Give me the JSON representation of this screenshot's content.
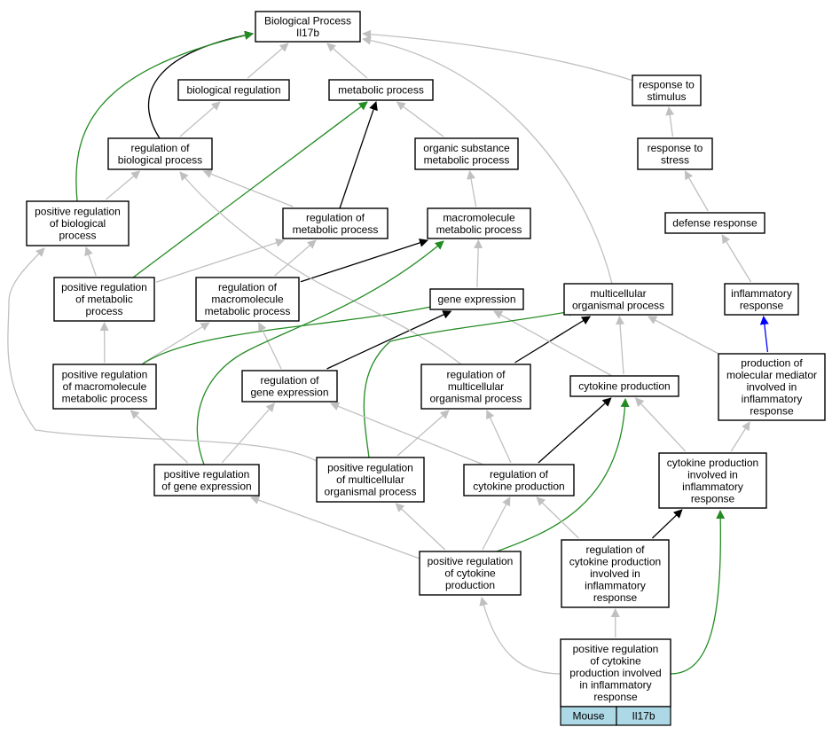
{
  "title_lines": [
    "Biological Process",
    "Il17b"
  ],
  "colors": {
    "is_a": "#c0c0c0",
    "part_of": "#000000",
    "positively_regulates": "#228b22",
    "regulates": "#0000ff",
    "legend_fill": "#add8e6"
  },
  "nodes": {
    "root": {
      "lines": [
        "Biological Process",
        "Il17b"
      ]
    },
    "bioreg": {
      "lines": [
        "biological regulation"
      ]
    },
    "metab": {
      "lines": [
        "metabolic process"
      ]
    },
    "resp_stim": {
      "lines": [
        "response to",
        "stimulus"
      ]
    },
    "reg_bio": {
      "lines": [
        "regulation of",
        "biological process"
      ]
    },
    "org_sub": {
      "lines": [
        "organic substance",
        "metabolic process"
      ]
    },
    "resp_stress": {
      "lines": [
        "response to",
        "stress"
      ]
    },
    "pos_reg_bio": {
      "lines": [
        "positive regulation",
        "of biological",
        "process"
      ]
    },
    "reg_metab": {
      "lines": [
        "regulation of",
        "metabolic process"
      ]
    },
    "macro_metab": {
      "lines": [
        "macromolecule",
        "metabolic process"
      ]
    },
    "defense": {
      "lines": [
        "defense response"
      ]
    },
    "pos_reg_metab": {
      "lines": [
        "positive regulation",
        "of metabolic",
        "process"
      ]
    },
    "reg_macro_metab": {
      "lines": [
        "regulation of",
        "macromolecule",
        "metabolic process"
      ]
    },
    "gene_expr": {
      "lines": [
        "gene expression"
      ]
    },
    "multicell": {
      "lines": [
        "multicellular",
        "organismal process"
      ]
    },
    "inflam": {
      "lines": [
        "inflammatory",
        "response"
      ]
    },
    "pos_reg_macro": {
      "lines": [
        "positive regulation",
        "of macromolecule",
        "metabolic process"
      ]
    },
    "reg_gene": {
      "lines": [
        "regulation of",
        "gene expression"
      ]
    },
    "reg_multi": {
      "lines": [
        "regulation of",
        "multicellular",
        "organismal process"
      ]
    },
    "cyto_prod": {
      "lines": [
        "cytokine production"
      ]
    },
    "prod_mol": {
      "lines": [
        "production of",
        "molecular mediator",
        "involved in",
        "inflammatory",
        "response"
      ]
    },
    "pos_reg_gene": {
      "lines": [
        "positive regulation",
        "of gene expression"
      ]
    },
    "pos_reg_multi": {
      "lines": [
        "positive regulation",
        "of multicellular",
        "organismal process"
      ]
    },
    "reg_cyto": {
      "lines": [
        "regulation of",
        "cytokine production"
      ]
    },
    "cyto_inflam": {
      "lines": [
        "cytokine production",
        "involved in",
        "inflammatory",
        "response"
      ]
    },
    "pos_reg_cyto": {
      "lines": [
        "positive regulation",
        "of cytokine",
        "production"
      ]
    },
    "reg_cyto_inflam": {
      "lines": [
        "regulation of",
        "cytokine production",
        "involved in",
        "inflammatory",
        "response"
      ]
    },
    "target": {
      "lines": [
        "positive regulation",
        "of cytokine",
        "production involved",
        "in inflammatory",
        "response"
      ]
    }
  },
  "legend": {
    "species": "Mouse",
    "gene": "Il17b"
  },
  "edges": [
    {
      "from": "bioreg",
      "to": "root",
      "type": "is_a"
    },
    {
      "from": "metab",
      "to": "root",
      "type": "is_a"
    },
    {
      "from": "resp_stim",
      "to": "root",
      "type": "is_a"
    },
    {
      "from": "reg_bio",
      "to": "bioreg",
      "type": "is_a"
    },
    {
      "from": "reg_bio",
      "to": "root",
      "type": "part_of"
    },
    {
      "from": "org_sub",
      "to": "metab",
      "type": "is_a"
    },
    {
      "from": "resp_stress",
      "to": "resp_stim",
      "type": "is_a"
    },
    {
      "from": "pos_reg_bio",
      "to": "reg_bio",
      "type": "is_a"
    },
    {
      "from": "pos_reg_bio",
      "to": "root",
      "type": "positively_regulates"
    },
    {
      "from": "reg_metab",
      "to": "reg_bio",
      "type": "is_a"
    },
    {
      "from": "reg_metab",
      "to": "metab",
      "type": "part_of"
    },
    {
      "from": "macro_metab",
      "to": "org_sub",
      "type": "is_a"
    },
    {
      "from": "defense",
      "to": "resp_stress",
      "type": "is_a"
    },
    {
      "from": "pos_reg_metab",
      "to": "pos_reg_bio",
      "type": "is_a"
    },
    {
      "from": "pos_reg_metab",
      "to": "reg_metab",
      "type": "is_a"
    },
    {
      "from": "pos_reg_metab",
      "to": "metab",
      "type": "positively_regulates"
    },
    {
      "from": "reg_macro_metab",
      "to": "reg_metab",
      "type": "is_a"
    },
    {
      "from": "reg_macro_metab",
      "to": "macro_metab",
      "type": "part_of"
    },
    {
      "from": "gene_expr",
      "to": "macro_metab",
      "type": "is_a"
    },
    {
      "from": "multicell",
      "to": "root",
      "type": "is_a"
    },
    {
      "from": "inflam",
      "to": "defense",
      "type": "is_a"
    },
    {
      "from": "pos_reg_macro",
      "to": "pos_reg_metab",
      "type": "is_a"
    },
    {
      "from": "pos_reg_macro",
      "to": "reg_macro_metab",
      "type": "is_a"
    },
    {
      "from": "pos_reg_macro",
      "to": "gene_expr",
      "type": "positively_regulates"
    },
    {
      "from": "reg_gene",
      "to": "reg_macro_metab",
      "type": "is_a"
    },
    {
      "from": "reg_gene",
      "to": "gene_expr",
      "type": "part_of"
    },
    {
      "from": "reg_multi",
      "to": "reg_bio",
      "type": "is_a"
    },
    {
      "from": "reg_multi",
      "to": "multicell",
      "type": "part_of"
    },
    {
      "from": "cyto_prod",
      "to": "gene_expr",
      "type": "is_a"
    },
    {
      "from": "cyto_prod",
      "to": "multicell",
      "type": "is_a"
    },
    {
      "from": "prod_mol",
      "to": "multicell",
      "type": "is_a"
    },
    {
      "from": "prod_mol",
      "to": "inflam",
      "type": "regulates"
    },
    {
      "from": "pos_reg_gene",
      "to": "pos_reg_macro",
      "type": "is_a"
    },
    {
      "from": "pos_reg_gene",
      "to": "reg_gene",
      "type": "is_a"
    },
    {
      "from": "pos_reg_gene",
      "to": "macro_metab",
      "type": "positively_regulates"
    },
    {
      "from": "pos_reg_multi",
      "to": "pos_reg_bio",
      "type": "is_a"
    },
    {
      "from": "pos_reg_multi",
      "to": "reg_multi",
      "type": "is_a"
    },
    {
      "from": "pos_reg_multi",
      "to": "multicell",
      "type": "positively_regulates"
    },
    {
      "from": "reg_cyto",
      "to": "reg_gene",
      "type": "is_a"
    },
    {
      "from": "reg_cyto",
      "to": "reg_multi",
      "type": "is_a"
    },
    {
      "from": "reg_cyto",
      "to": "cyto_prod",
      "type": "part_of"
    },
    {
      "from": "cyto_inflam",
      "to": "cyto_prod",
      "type": "is_a"
    },
    {
      "from": "cyto_inflam",
      "to": "prod_mol",
      "type": "is_a"
    },
    {
      "from": "pos_reg_cyto",
      "to": "pos_reg_gene",
      "type": "is_a"
    },
    {
      "from": "pos_reg_cyto",
      "to": "pos_reg_multi",
      "type": "is_a"
    },
    {
      "from": "pos_reg_cyto",
      "to": "reg_cyto",
      "type": "is_a"
    },
    {
      "from": "pos_reg_cyto",
      "to": "cyto_prod",
      "type": "positively_regulates"
    },
    {
      "from": "reg_cyto_inflam",
      "to": "reg_cyto",
      "type": "is_a"
    },
    {
      "from": "reg_cyto_inflam",
      "to": "cyto_inflam",
      "type": "part_of"
    },
    {
      "from": "target",
      "to": "reg_cyto_inflam",
      "type": "is_a"
    },
    {
      "from": "target",
      "to": "pos_reg_cyto",
      "type": "is_a"
    },
    {
      "from": "target",
      "to": "cyto_inflam",
      "type": "positively_regulates"
    }
  ]
}
